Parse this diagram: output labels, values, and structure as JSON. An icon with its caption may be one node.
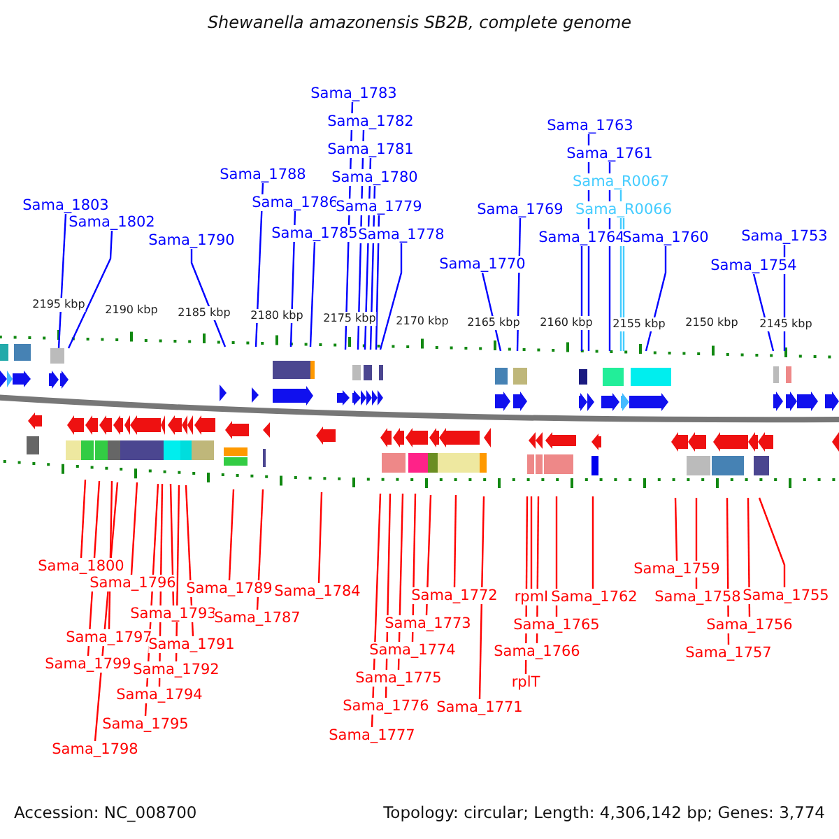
{
  "diagram": {
    "title": "Shewanella amazonensis SB2B, complete genome",
    "nodes": [
      {
        "text": [
          "Sama_1803"
        ]
      },
      {
        "text": [
          "Sama_1802"
        ]
      },
      {
        "text": [
          "Sama_1790"
        ]
      },
      {
        "text": [
          "Sama_1788"
        ]
      },
      {
        "text": [
          "Sama_1786"
        ]
      },
      {
        "text": [
          "Sama_1785"
        ]
      },
      {
        "text": [
          "Sama_1783"
        ]
      },
      {
        "text": [
          "Sama_1782"
        ]
      },
      {
        "text": [
          "Sama_1781"
        ]
      },
      {
        "text": [
          "Sama_1780"
        ]
      },
      {
        "text": [
          "Sama_1779"
        ]
      },
      {
        "text": [
          "Sama_1778"
        ]
      },
      {
        "text": [
          "Sama_1770"
        ]
      },
      {
        "text": [
          "Sama_1769"
        ]
      },
      {
        "text": [
          "Sama_1764"
        ]
      },
      {
        "text": [
          "Sama_1763"
        ]
      },
      {
        "text": [
          "Sama_1761"
        ]
      },
      {
        "text": [
          "Sama_R0067"
        ]
      },
      {
        "text": [
          "Sama_R0066"
        ]
      },
      {
        "text": [
          "Sama_1760"
        ]
      },
      {
        "text": [
          "Sama_1754"
        ]
      },
      {
        "text": [
          "Sama_1753"
        ]
      },
      {
        "text": [
          "Sama_1800"
        ]
      },
      {
        "text": [
          "Sama_1796"
        ]
      },
      {
        "text": [
          "Sama_1797"
        ]
      },
      {
        "text": [
          "Sama_1799"
        ]
      },
      {
        "text": [
          "Sama_1798"
        ]
      },
      {
        "text": [
          "Sama_1793"
        ]
      },
      {
        "text": [
          "Sama_1791"
        ]
      },
      {
        "text": [
          "Sama_1792"
        ]
      },
      {
        "text": [
          "Sama_1794"
        ]
      },
      {
        "text": [
          "Sama_1795"
        ]
      },
      {
        "text": [
          "Sama_1789"
        ]
      },
      {
        "text": [
          "Sama_1787"
        ]
      },
      {
        "text": [
          "Sama_1784"
        ]
      },
      {
        "text": [
          "Sama_1777"
        ]
      },
      {
        "text": [
          "Sama_1776"
        ]
      },
      {
        "text": [
          "Sama_1775"
        ]
      },
      {
        "text": [
          "Sama_1774"
        ]
      },
      {
        "text": [
          "Sama_1773"
        ]
      },
      {
        "text": [
          "Sama_1772"
        ]
      },
      {
        "text": [
          "Sama_1771"
        ]
      },
      {
        "text": [
          "rpmI"
        ]
      },
      {
        "text": [
          "rplT"
        ]
      },
      {
        "text": [
          "Sama_1766"
        ]
      },
      {
        "text": [
          "Sama_1765"
        ]
      },
      {
        "text": [
          "Sama_1762"
        ]
      },
      {
        "text": [
          "Sama_1759"
        ]
      },
      {
        "text": [
          "Sama_1758"
        ]
      },
      {
        "text": [
          "Sama_1757"
        ]
      },
      {
        "text": [
          "Sama_1756"
        ]
      },
      {
        "text": [
          "Sama_1755"
        ]
      }
    ],
    "edges": [
      {
        "from": 0,
        "to": null,
        "arrow": "none",
        "color": "#0000ff"
      },
      {
        "from": 1,
        "to": null,
        "arrow": "none",
        "color": "#0000ff"
      },
      {
        "from": 2,
        "to": null,
        "arrow": "none",
        "color": "#0000ff"
      },
      {
        "from": 3,
        "to": null,
        "arrow": "none",
        "color": "#0000ff"
      },
      {
        "from": 4,
        "to": null,
        "arrow": "none",
        "color": "#0000ff"
      },
      {
        "from": 5,
        "to": null,
        "arrow": "none",
        "color": "#0000ff"
      },
      {
        "from": 6,
        "to": null,
        "arrow": "none",
        "color": "#0000ff"
      },
      {
        "from": 7,
        "to": null,
        "arrow": "none",
        "color": "#0000ff"
      },
      {
        "from": 8,
        "to": null,
        "arrow": "none",
        "color": "#0000ff"
      },
      {
        "from": 9,
        "to": null,
        "arrow": "none",
        "color": "#0000ff"
      },
      {
        "from": 10,
        "to": null,
        "arrow": "none",
        "color": "#0000ff"
      },
      {
        "from": 11,
        "to": null,
        "arrow": "none",
        "color": "#0000ff"
      },
      {
        "from": 12,
        "to": null,
        "arrow": "none",
        "color": "#0000ff"
      },
      {
        "from": 13,
        "to": null,
        "arrow": "none",
        "color": "#0000ff"
      },
      {
        "from": 14,
        "to": null,
        "arrow": "none",
        "color": "#0000ff"
      },
      {
        "from": 15,
        "to": null,
        "arrow": "none",
        "color": "#0000ff"
      },
      {
        "from": 16,
        "to": null,
        "arrow": "none",
        "color": "#0000ff"
      },
      {
        "from": 17,
        "to": null,
        "arrow": "none",
        "color": "#44ccff"
      },
      {
        "from": 18,
        "to": null,
        "arrow": "none",
        "color": "#44ccff"
      },
      {
        "from": 19,
        "to": null,
        "arrow": "none",
        "color": "#0000ff"
      },
      {
        "from": 20,
        "to": null,
        "arrow": "none",
        "color": "#0000ff"
      },
      {
        "from": 21,
        "to": null,
        "arrow": "none",
        "color": "#0000ff"
      },
      {
        "from": 22,
        "to": null,
        "arrow": "none"
      },
      {
        "from": 23,
        "to": null,
        "arrow": "none"
      },
      {
        "from": 24,
        "to": null,
        "arrow": "none"
      },
      {
        "from": 25,
        "to": null,
        "arrow": "none"
      },
      {
        "from": 26,
        "to": null,
        "arrow": "none"
      },
      {
        "from": 27,
        "to": null,
        "arrow": "none"
      },
      {
        "from": 28,
        "to": null,
        "arrow": "none"
      },
      {
        "from": 29,
        "to": null,
        "arrow": "none"
      },
      {
        "from": 30,
        "to": null,
        "arrow": "none"
      },
      {
        "from": 31,
        "to": null,
        "arrow": "none"
      },
      {
        "from": 32,
        "to": null,
        "arrow": "none"
      },
      {
        "from": 33,
        "to": null,
        "arrow": "none"
      },
      {
        "from": 34,
        "to": null,
        "arrow": "none"
      },
      {
        "from": 35,
        "to": null,
        "arrow": "none"
      },
      {
        "from": 36,
        "to": null,
        "arrow": "none"
      },
      {
        "from": 37,
        "to": null,
        "arrow": "none"
      },
      {
        "from": 38,
        "to": null,
        "arrow": "none"
      },
      {
        "from": 39,
        "to": null,
        "arrow": "none"
      },
      {
        "from": 40,
        "to": null,
        "arrow": "none"
      },
      {
        "from": 41,
        "to": null,
        "arrow": "none"
      },
      {
        "from": 42,
        "to": null,
        "arrow": "none"
      },
      {
        "from": 43,
        "to": null,
        "arrow": "none"
      },
      {
        "from": 44,
        "to": null,
        "arrow": "none"
      },
      {
        "from": 45,
        "to": null,
        "arrow": "none"
      },
      {
        "from": 46,
        "to": null,
        "arrow": "none"
      },
      {
        "from": 47,
        "to": null,
        "arrow": "none"
      },
      {
        "from": 48,
        "to": null,
        "arrow": "none"
      },
      {
        "from": 49,
        "to": null,
        "arrow": "none"
      },
      {
        "from": 50,
        "to": null,
        "arrow": "none"
      },
      {
        "from": 51,
        "to": null,
        "arrow": "none"
      }
    ],
    "labels": [
      "2195 kbp",
      "2190 kbp",
      "2185 kbp",
      "2180 kbp",
      "2175 kbp",
      "2170 kbp",
      "2165 kbp",
      "2160 kbp",
      "2155 kbp",
      "2150 kbp",
      "2145 kbp",
      "Accession: NC_008700",
      "Topology: circular; Length: 4,306,142 bp; Genes: 3,774"
    ]
  }
}
